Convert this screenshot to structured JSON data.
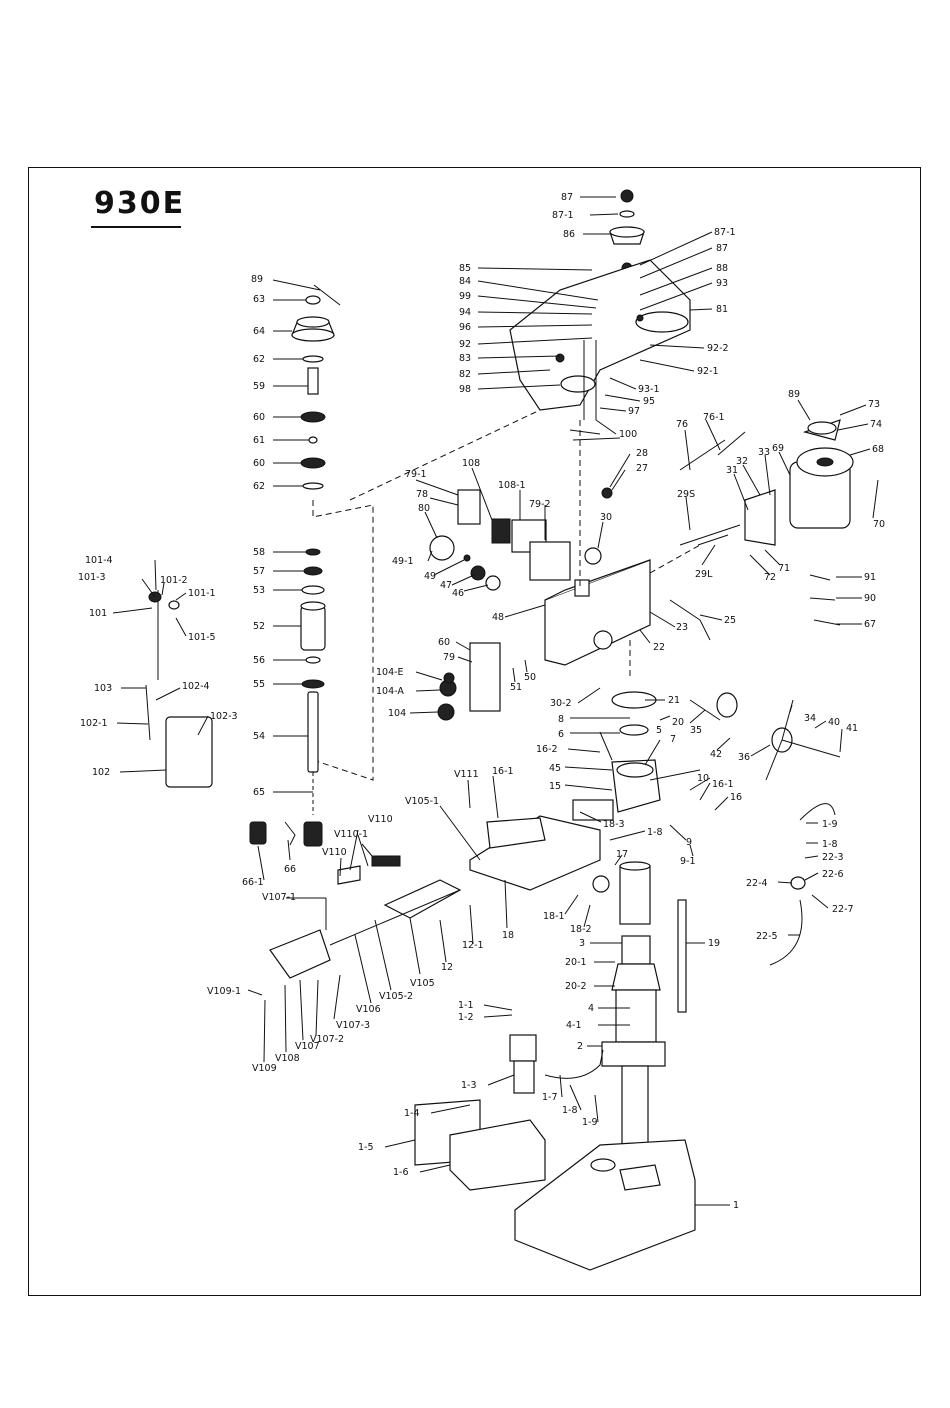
{
  "title": "930E",
  "labels": {
    "p87": "87",
    "p87_1a": "87-1",
    "p86": "86",
    "p87_1b": "87-1",
    "p87b": "87",
    "p88": "88",
    "p85": "85",
    "p84a": "84",
    "p99": "99",
    "p94": "94",
    "p93": "93",
    "p81": "81",
    "p96": "96",
    "p92": "92",
    "p92_2": "92-2",
    "p83": "83",
    "p92_1": "92-1",
    "p82": "82",
    "p93_1": "93-1",
    "p98": "98",
    "p95": "95",
    "p97": "97",
    "p100": "100",
    "p89a": "89",
    "p63": "63",
    "p64": "64",
    "p62a": "62",
    "p59": "59",
    "p60a": "60",
    "p61": "61",
    "p60b": "60",
    "p62b": "62",
    "p58": "58",
    "p57": "57",
    "p53": "53",
    "p52": "52",
    "p56": "56",
    "p55": "55",
    "p54": "54",
    "p65": "65",
    "p66": "66",
    "p66_1": "66-1",
    "p79_1": "79-1",
    "p78": "78",
    "p108": "108",
    "p108_1": "108-1",
    "p79_2": "79-2",
    "p80": "80",
    "p49_1": "49-1",
    "p49": "49",
    "p47": "47",
    "p46": "46",
    "p48": "48",
    "p30": "30",
    "p28": "28",
    "p27": "27",
    "p76": "76",
    "p76_1": "76-1",
    "p89b": "89",
    "p73": "73",
    "p74": "74",
    "p68": "68",
    "p33": "33",
    "p69": "69",
    "p32": "32",
    "p31": "31",
    "p29s": "29S",
    "p29l": "29L",
    "p71": "71",
    "p72": "72",
    "p70": "70",
    "p91": "91",
    "p90": "90",
    "p67": "67",
    "p25": "25",
    "p23": "23",
    "p22": "22",
    "p60c": "60",
    "p79": "79",
    "p104_e": "104-E",
    "p104_a": "104-A",
    "p104": "104",
    "p51": "51",
    "p50": "50",
    "p30_2": "30-2",
    "p21": "21",
    "p8": "8",
    "p6": "6",
    "p20": "20",
    "p35": "35",
    "p42": "42",
    "p36": "36",
    "p34": "34",
    "p40": "40",
    "p41": "41",
    "p16_2": "16-2",
    "p5": "5",
    "p7": "7",
    "p45": "45",
    "p15": "15",
    "p10": "10",
    "p16_1a": "16-1",
    "p16": "16",
    "p18_3": "18-3",
    "p1_8a": "1-8",
    "p9": "9",
    "p9_1": "9-1",
    "p17": "17",
    "p18_1": "18-1",
    "p18_2": "18-2",
    "p1_9a": "1-9",
    "p1_8b": "1-8",
    "p22_3": "22-3",
    "p22_4": "22-4",
    "p22_6": "22-6",
    "p22_7": "22-7",
    "p22_5": "22-5",
    "p101_4": "101-4",
    "p101_3": "101-3",
    "p101_2": "101-2",
    "p101_1": "101-1",
    "p101": "101",
    "p101_5": "101-5",
    "p103": "103",
    "p102_4": "102-4",
    "p102_1": "102-1",
    "p102_3": "102-3",
    "p102": "102",
    "p111": "V111",
    "p16_1b": "16-1",
    "p105_1": "V105-1",
    "p110": "V110",
    "p110_1": "V110-1",
    "p110b": "V110",
    "p107_1": "V107-1",
    "p18": "18",
    "p12_1": "12-1",
    "p12": "12",
    "p105": "V105",
    "p106": "V106",
    "p105_2": "V105-2",
    "p107_3": "V107-3",
    "p107_2": "V107-2",
    "p107": "V107",
    "p108v": "V108",
    "p109_1": "V109-1",
    "p109": "V109",
    "p3": "3",
    "p19": "19",
    "p20_1": "20-1",
    "p20_2": "20-2",
    "p4": "4",
    "p4_1": "4-1",
    "p2": "2",
    "p1_1": "1-1",
    "p1_2": "1-2",
    "p1_3": "1-3",
    "p1_7": "1-7",
    "p1_8c": "1-8",
    "p1_9b": "1-9",
    "p1_4": "1-4",
    "p1_5": "1-5",
    "p1_6": "1-6",
    "p1": "1"
  }
}
